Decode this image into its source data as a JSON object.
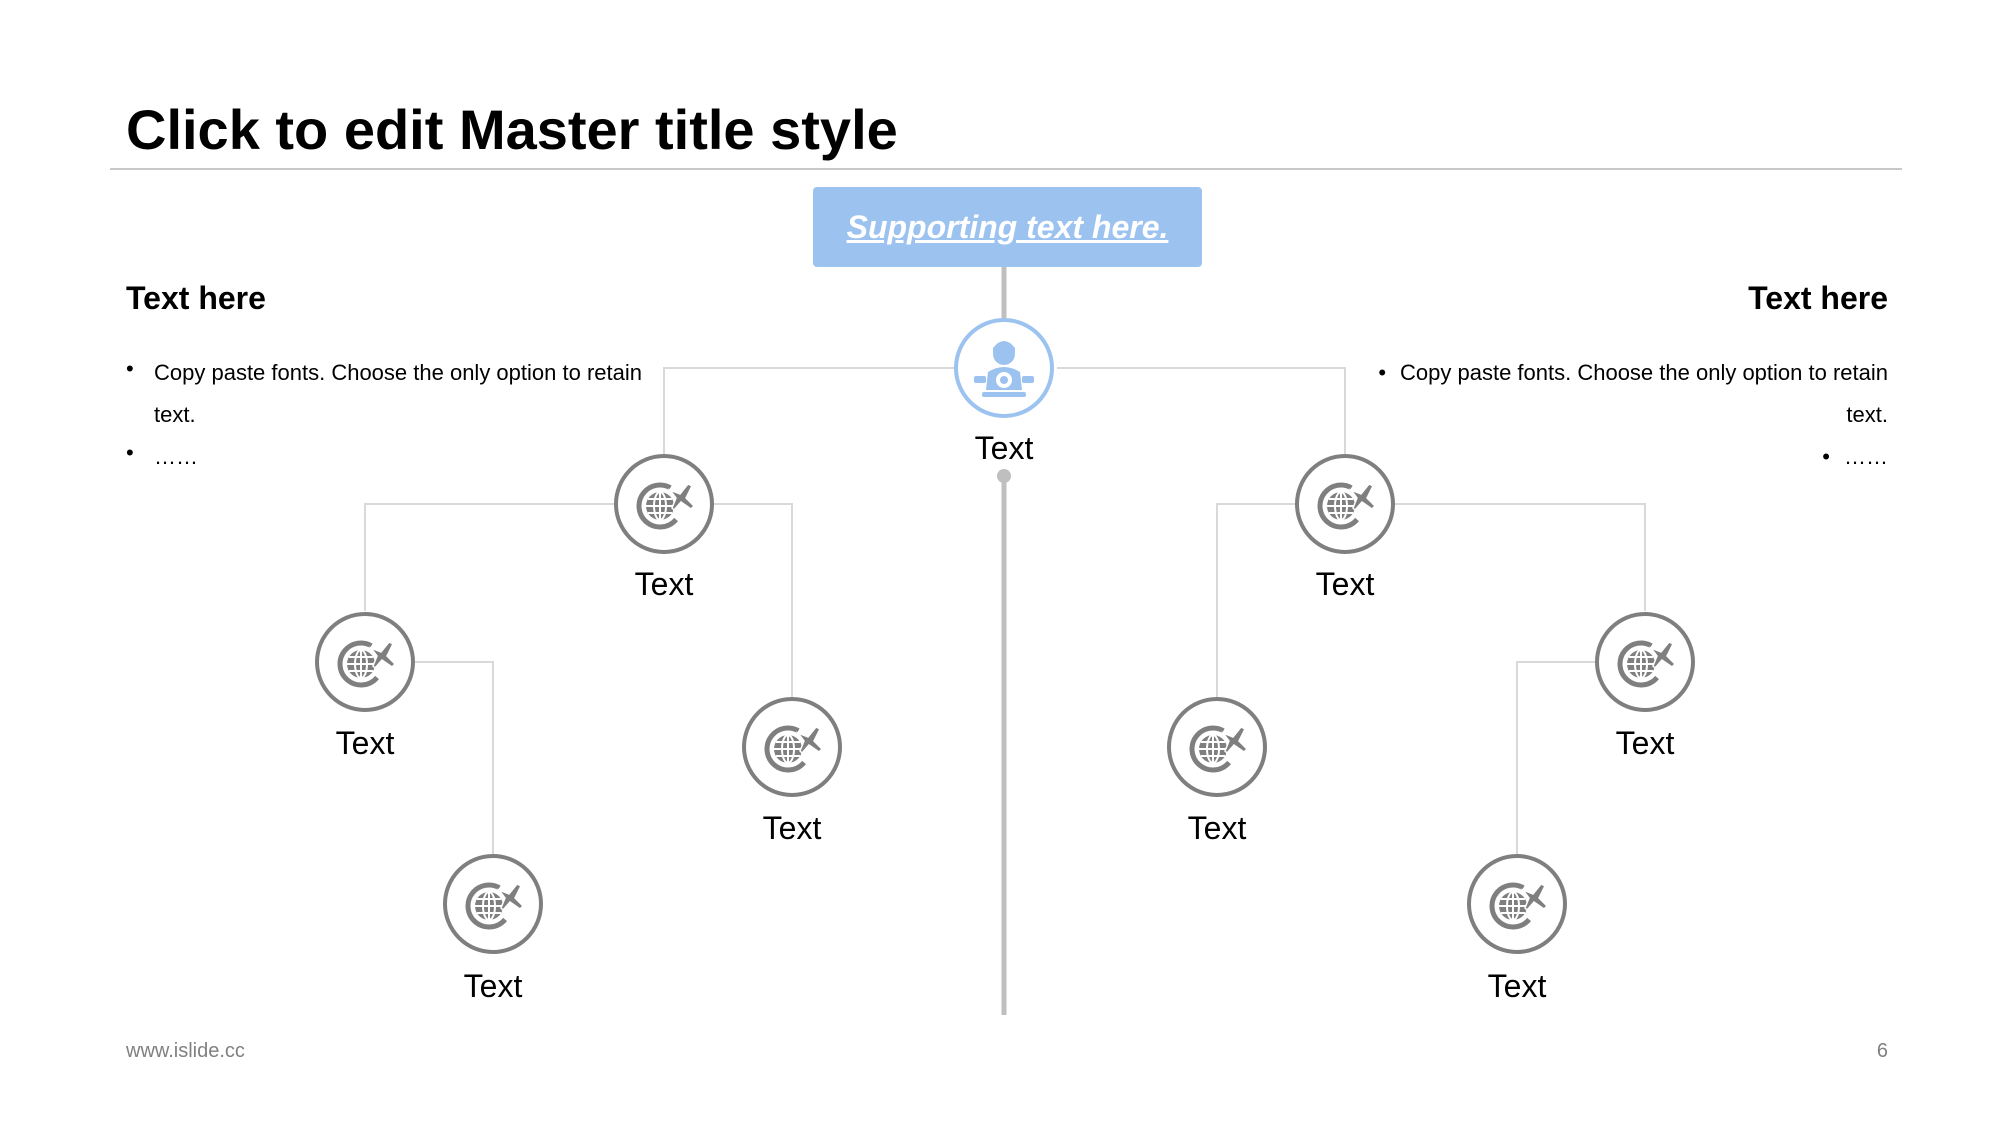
{
  "slide": {
    "title": "Click to edit Master title style",
    "support_text": "Supporting text here.",
    "footer_url": "www.islide.cc",
    "page_number": "6"
  },
  "left_panel": {
    "heading": "Text here",
    "bullets": [
      "Copy paste fonts. Choose the only option to retain text.",
      "……"
    ]
  },
  "right_panel": {
    "heading": "Text here",
    "bullets": [
      "Copy paste fonts. Choose the only option to retain text.",
      "……"
    ]
  },
  "diagram": {
    "root": {
      "label": "Text",
      "icon": "person-gear-icon",
      "color": "#9cc3ef"
    },
    "nodes": [
      {
        "label": "Text",
        "icon": "globe-plane-icon"
      },
      {
        "label": "Text",
        "icon": "globe-plane-icon"
      },
      {
        "label": "Text",
        "icon": "globe-plane-icon"
      },
      {
        "label": "Text",
        "icon": "globe-plane-icon"
      },
      {
        "label": "Text",
        "icon": "globe-plane-icon"
      },
      {
        "label": "Text",
        "icon": "globe-plane-icon"
      },
      {
        "label": "Text",
        "icon": "globe-plane-icon"
      },
      {
        "label": "Text",
        "icon": "globe-plane-icon"
      }
    ],
    "node_color": "#7f7f7f",
    "line_color": "#d9d9d9"
  }
}
